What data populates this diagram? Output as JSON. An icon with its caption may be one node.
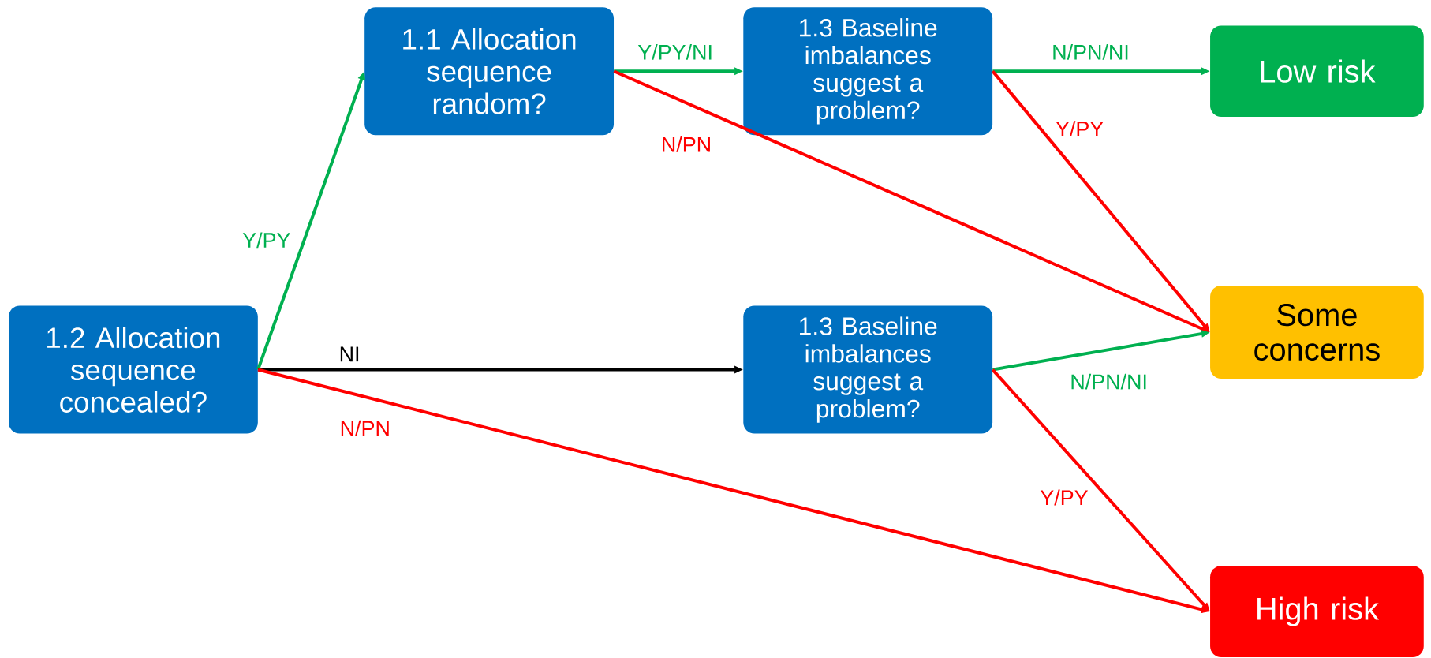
{
  "diagram": {
    "nodes": [
      {
        "text": [
          "1.1 Allocation sequence random?"
        ]
      },
      {
        "text": [
          "1.3 Baseline imbalances suggest a problem?"
        ]
      },
      {
        "text": [
          "Low risk"
        ]
      },
      {
        "text": [
          "1.2 Allocation sequence concealed?"
        ]
      },
      {
        "text": [
          "1.3 Baseline imbalances suggest a problem?"
        ]
      },
      {
        "text": [
          "Some concerns"
        ]
      },
      {
        "text": [
          "High risk"
        ]
      }
    ],
    "edges": [
      {
        "from": 3,
        "to": 0,
        "arrow": "to",
        "label": "Y/PY",
        "color": "#00b050"
      },
      {
        "from": 0,
        "to": 1,
        "arrow": "to",
        "label": "Y/PY/NI",
        "color": "#00b050"
      },
      {
        "from": 0,
        "to": 5,
        "arrow": "to",
        "label": "N/PN",
        "color": "#ff0000"
      },
      {
        "from": 1,
        "to": 2,
        "arrow": "to",
        "label": "N/PN/NI",
        "color": "#00b050"
      },
      {
        "from": 1,
        "to": 5,
        "arrow": "to",
        "label": "Y/PY",
        "color": "#ff0000"
      },
      {
        "from": 3,
        "to": 4,
        "arrow": "to",
        "label": "NI",
        "color": "#000000"
      },
      {
        "from": 3,
        "to": 6,
        "arrow": "to",
        "label": "N/PN",
        "color": "#ff0000"
      },
      {
        "from": 4,
        "to": 5,
        "arrow": "to",
        "label": "N/PN/NI",
        "color": "#00b050"
      },
      {
        "from": 4,
        "to": 6,
        "arrow": "to",
        "label": "Y/PY",
        "color": "#ff0000"
      }
    ]
  }
}
